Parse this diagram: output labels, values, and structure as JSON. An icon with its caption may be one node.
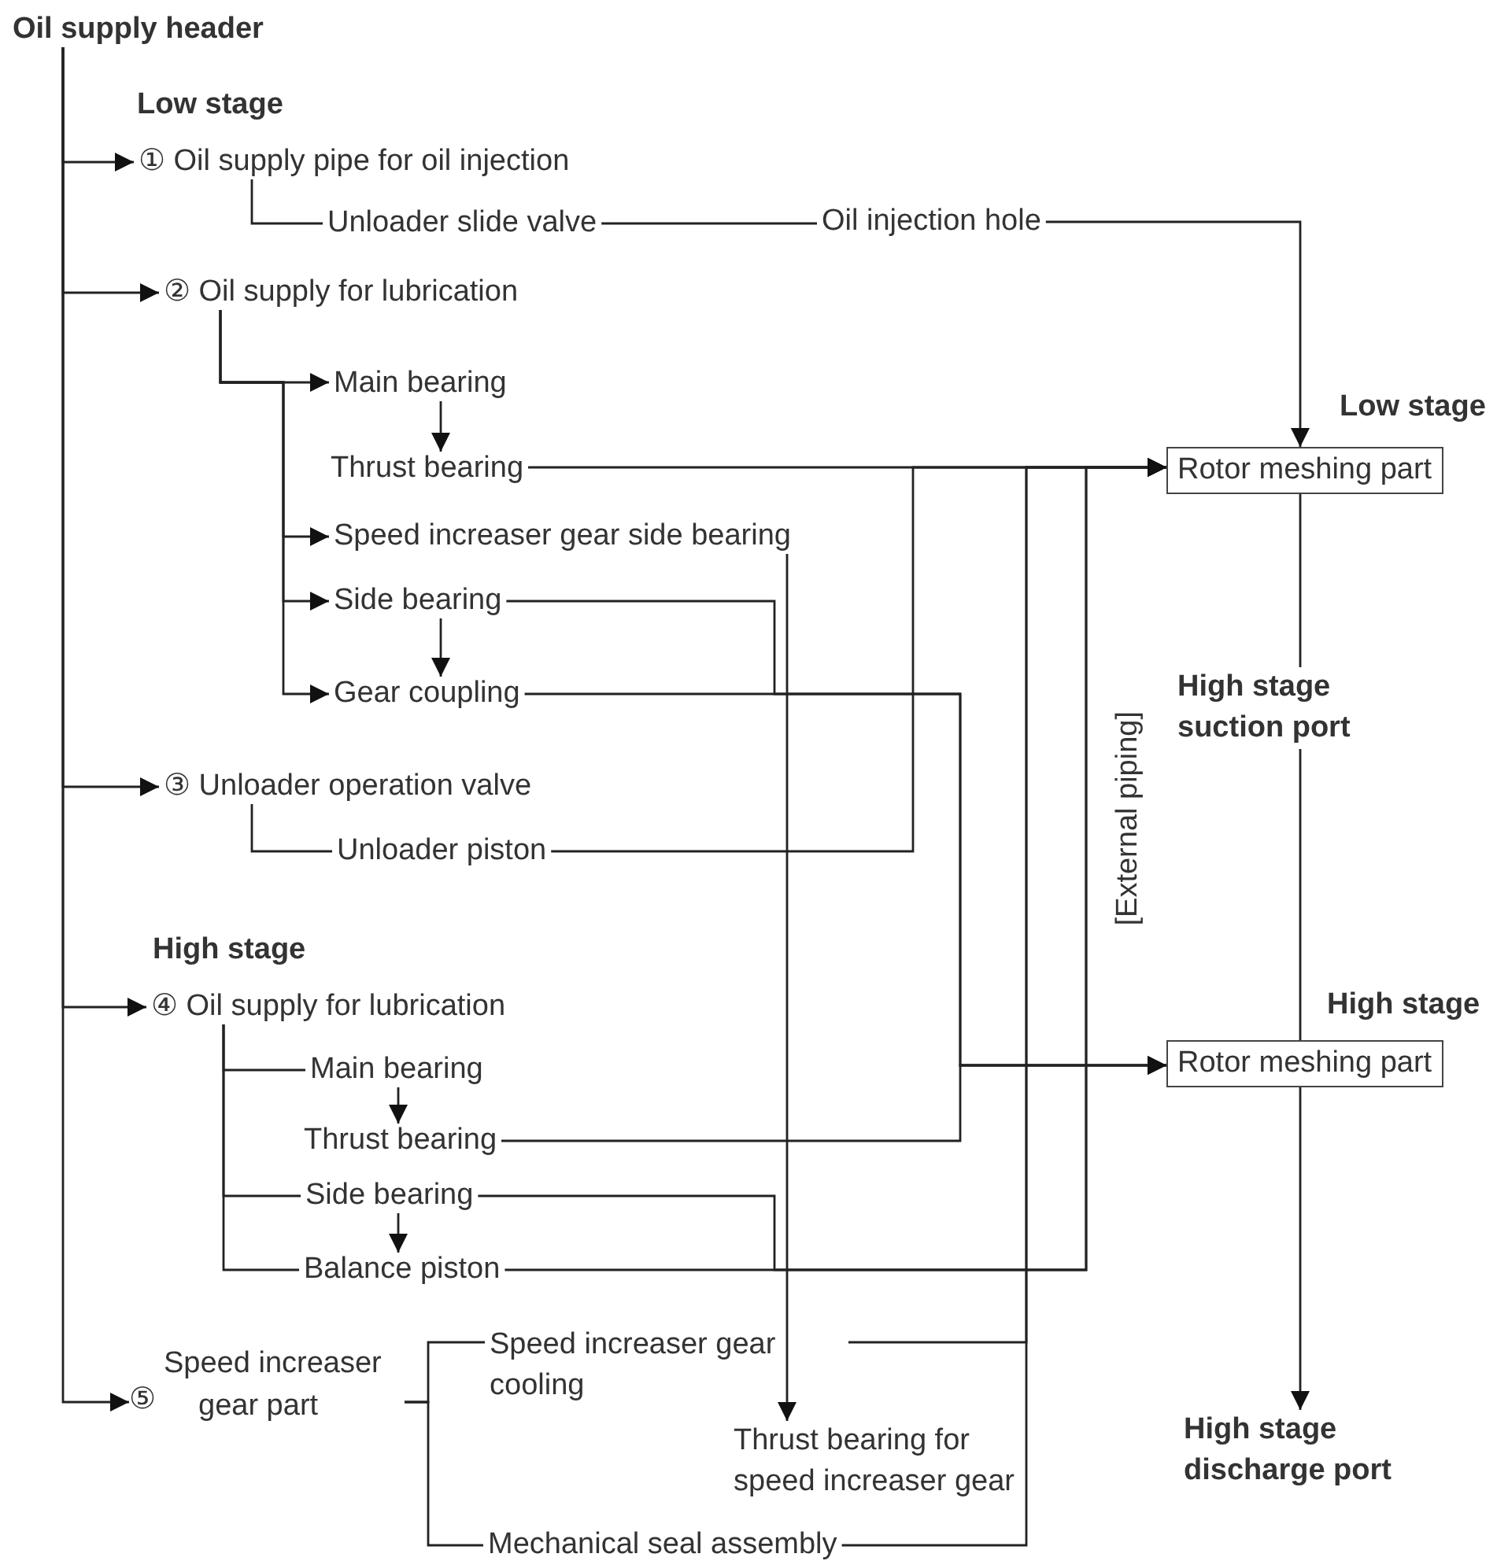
{
  "diagram": {
    "nodes": [
      {
        "text": [
          "Oil supply header"
        ]
      },
      {
        "text": [
          "① Oil supply pipe for oil injection"
        ]
      },
      {
        "text": [
          "Unloader slide valve"
        ]
      },
      {
        "text": [
          "Oil injection hole"
        ]
      },
      {
        "text": [
          "② Oil supply for lubrication"
        ]
      },
      {
        "text": [
          "Main bearing"
        ]
      },
      {
        "text": [
          "Thrust bearing"
        ]
      },
      {
        "text": [
          "Speed increaser gear side bearing"
        ]
      },
      {
        "text": [
          "Side bearing"
        ]
      },
      {
        "text": [
          "Gear coupling"
        ]
      },
      {
        "text": [
          "③ Unloader operation valve"
        ]
      },
      {
        "text": [
          "Unloader piston"
        ]
      },
      {
        "text": [
          "④ Oil supply for lubrication"
        ]
      },
      {
        "text": [
          "Main bearing"
        ]
      },
      {
        "text": [
          "Thrust bearing"
        ]
      },
      {
        "text": [
          "Side bearing"
        ]
      },
      {
        "text": [
          "Balance piston"
        ]
      },
      {
        "text": [
          "⑤",
          "Speed increaser gear part"
        ]
      },
      {
        "text": [
          "Speed increaser gear cooling"
        ]
      },
      {
        "text": [
          "Thrust bearing for speed increaser gear"
        ]
      },
      {
        "text": [
          "Mechanical seal assembly"
        ]
      },
      {
        "text": [
          "Low stage",
          "Rotor meshing part"
        ]
      },
      {
        "text": [
          "High stage suction port"
        ]
      },
      {
        "text": [
          "High stage",
          "Rotor meshing part"
        ]
      },
      {
        "text": [
          "High stage discharge port"
        ]
      }
    ],
    "edges": [
      {
        "from": 0,
        "to": 1,
        "arrow": "to"
      },
      {
        "from": 0,
        "to": 4,
        "arrow": "to"
      },
      {
        "from": 0,
        "to": 10,
        "arrow": "to"
      },
      {
        "from": 0,
        "to": 12,
        "arrow": "to"
      },
      {
        "from": 0,
        "to": 17,
        "arrow": "to"
      },
      {
        "from": 1,
        "to": 2,
        "arrow": "none"
      },
      {
        "from": 2,
        "to": 3,
        "arrow": "none"
      },
      {
        "from": 3,
        "to": 21,
        "arrow": "to"
      },
      {
        "from": 4,
        "to": 5,
        "arrow": "to"
      },
      {
        "from": 4,
        "to": 7,
        "arrow": "to"
      },
      {
        "from": 4,
        "to": 8,
        "arrow": "to"
      },
      {
        "from": 4,
        "to": 9,
        "arrow": "to"
      },
      {
        "from": 5,
        "to": 6,
        "arrow": "to"
      },
      {
        "from": 8,
        "to": 9,
        "arrow": "to"
      },
      {
        "from": 6,
        "to": 21,
        "arrow": "to"
      },
      {
        "from": 11,
        "to": 21,
        "arrow": "to"
      },
      {
        "from": 7,
        "to": 19,
        "arrow": "to"
      },
      {
        "from": 9,
        "to": 23,
        "arrow": "to"
      },
      {
        "from": 8,
        "to": 23,
        "arrow": "to"
      },
      {
        "from": 14,
        "to": 23,
        "arrow": "to"
      },
      {
        "from": 15,
        "to": 21,
        "arrow": "to"
      },
      {
        "from": 16,
        "to": 21,
        "arrow": "to"
      },
      {
        "from": 18,
        "to": 21,
        "arrow": "to"
      },
      {
        "from": 20,
        "to": 21,
        "arrow": "to"
      },
      {
        "from": 10,
        "to": 11,
        "arrow": "none"
      },
      {
        "from": 12,
        "to": 13,
        "arrow": "none"
      },
      {
        "from": 13,
        "to": 14,
        "arrow": "to"
      },
      {
        "from": 12,
        "to": 15,
        "arrow": "none"
      },
      {
        "from": 15,
        "to": 16,
        "arrow": "to"
      },
      {
        "from": 12,
        "to": 16,
        "arrow": "none"
      },
      {
        "from": 17,
        "to": 18,
        "arrow": "none"
      },
      {
        "from": 17,
        "to": 20,
        "arrow": "none"
      },
      {
        "from": 21,
        "to": 22,
        "arrow": "none"
      },
      {
        "from": 22,
        "to": 23,
        "arrow": "none"
      },
      {
        "from": 23,
        "to": 24,
        "arrow": "to"
      }
    ],
    "labels": [
      "Low stage",
      "High stage",
      "[External piping]"
    ]
  }
}
